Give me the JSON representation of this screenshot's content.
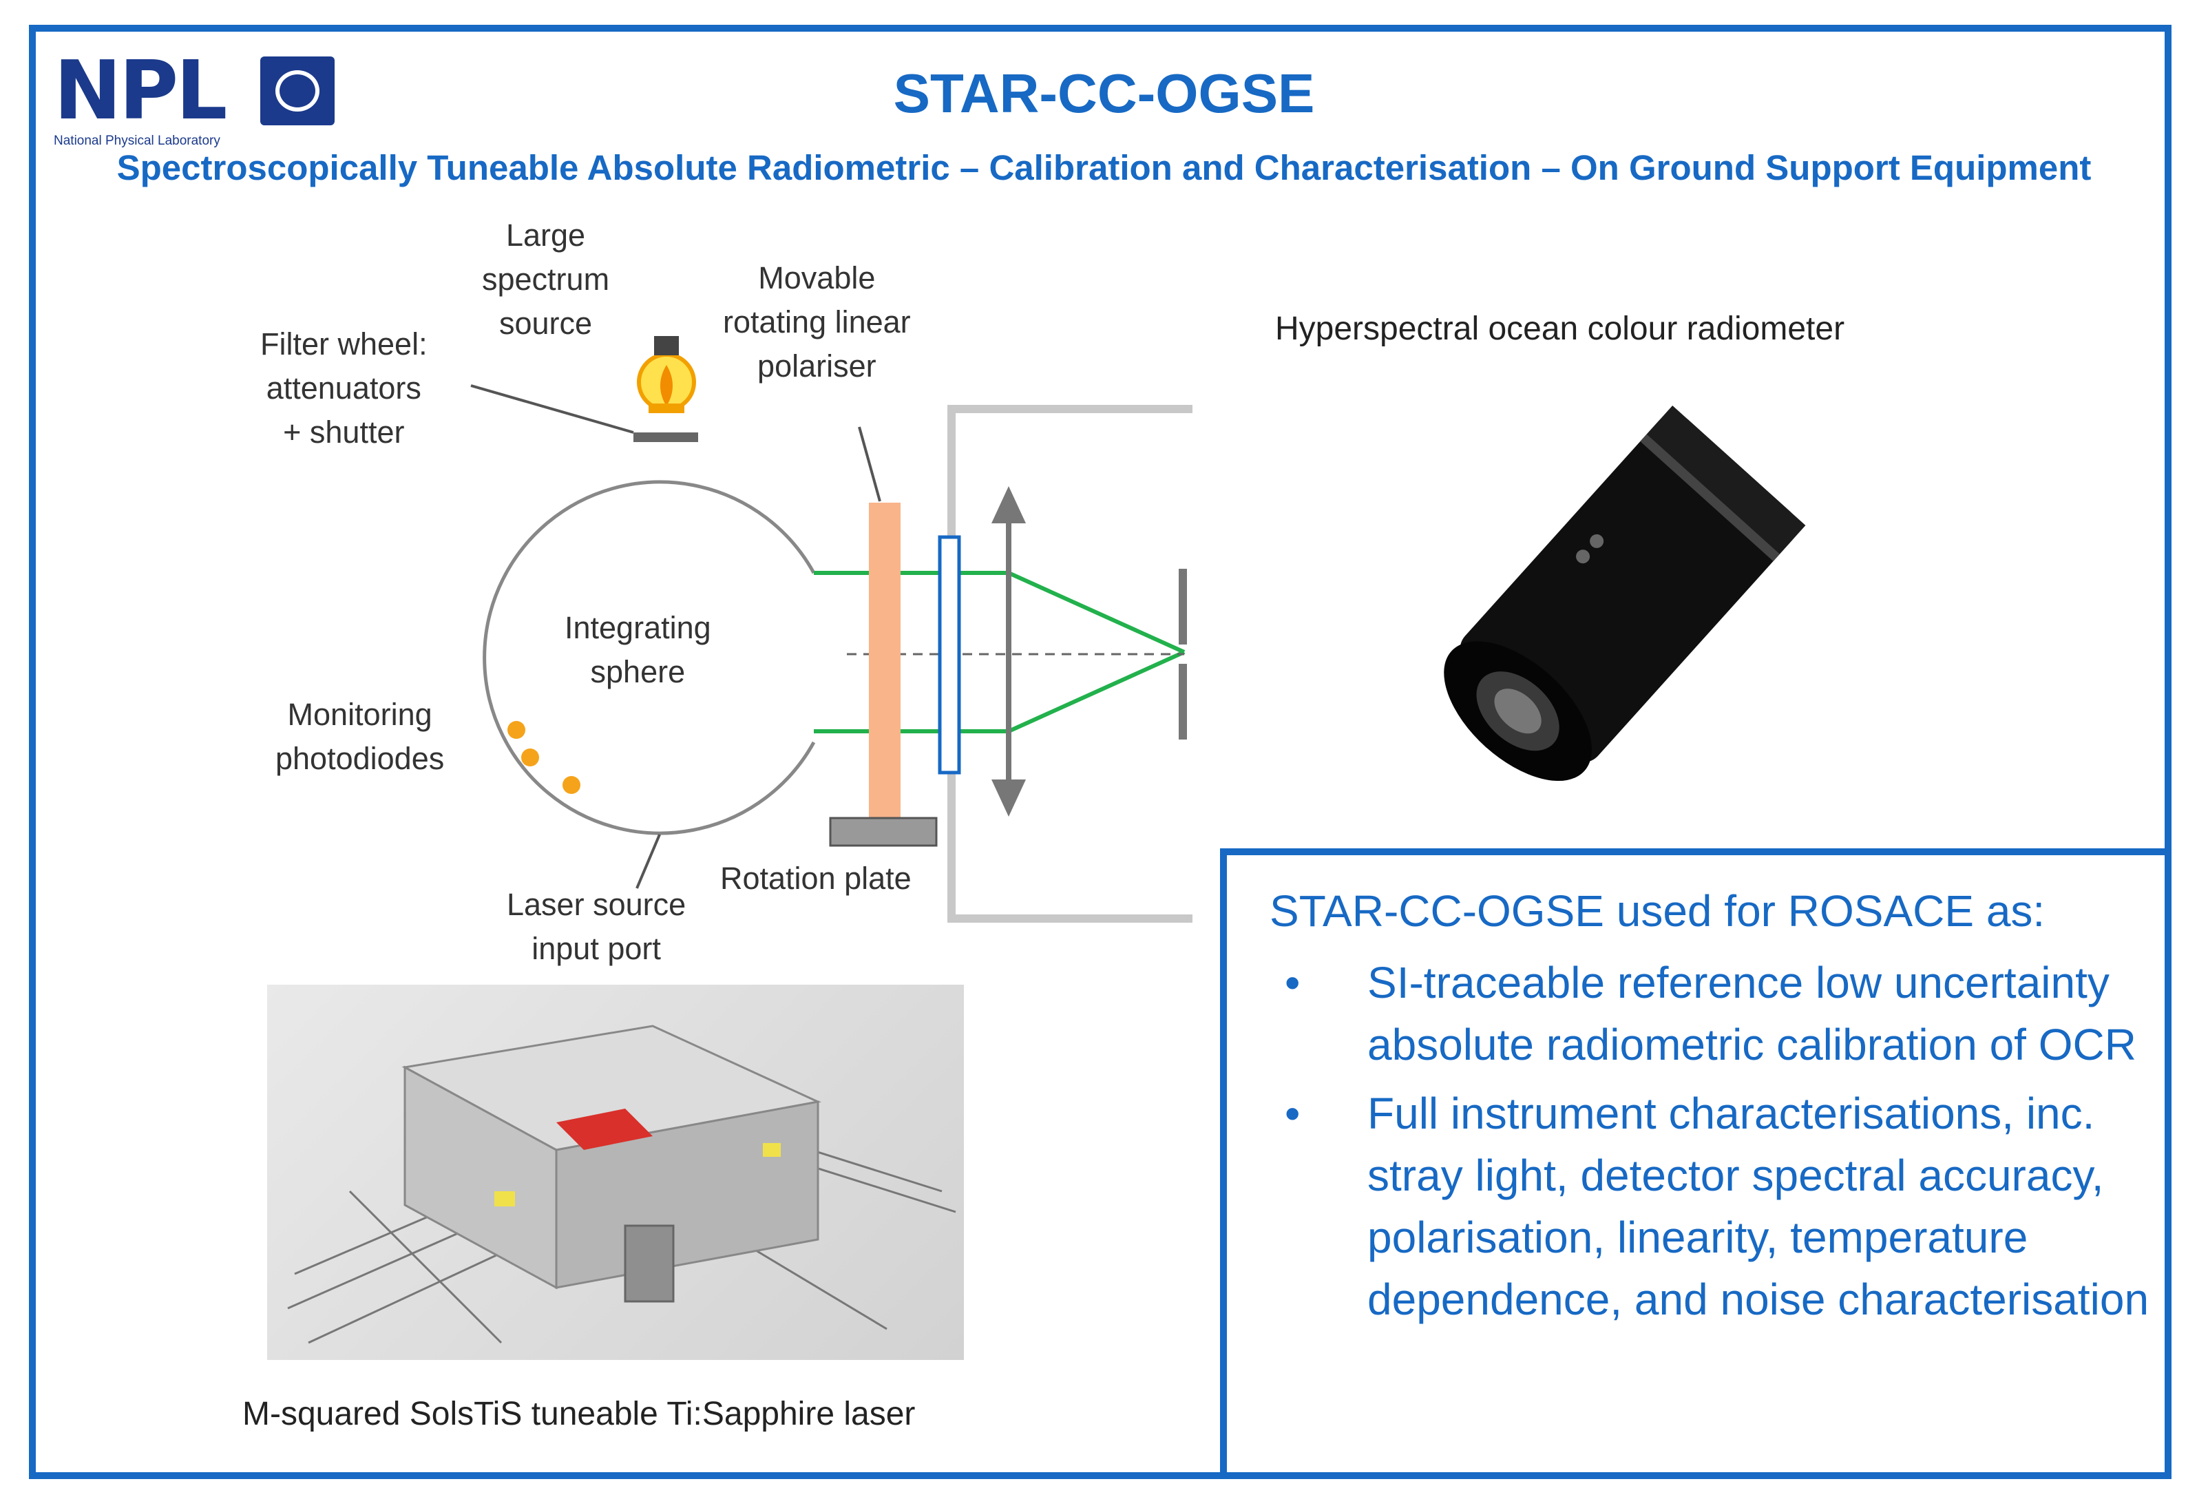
{
  "header": {
    "logo_text": "NPL",
    "logo_subtitle": "National Physical Laboratory",
    "title": "STAR-CC-OGSE",
    "subtitle": "Spectroscopically Tuneable Absolute Radiometric – Calibration and Characterisation – On Ground Support Equipment"
  },
  "diagram": {
    "labels": {
      "large_spectrum_source": [
        "Large",
        "spectrum",
        "source"
      ],
      "movable_polariser": [
        "Movable",
        "rotating linear",
        "polariser"
      ],
      "filter_wheel": [
        "Filter wheel:",
        "attenuators",
        "+ shutter"
      ],
      "integrating_sphere": [
        "Integrating",
        "sphere"
      ],
      "monitoring_photodiodes": [
        "Monitoring",
        "photodiodes"
      ],
      "laser_source_port": [
        "Laser source",
        "input port"
      ],
      "rotation_plate": "Rotation plate"
    },
    "colors": {
      "beam": "#22b14c",
      "polariser": "#f9b48a",
      "photodiode": "#f5a31a",
      "window": "#1769c4",
      "structure": "#888888"
    }
  },
  "radiometer": {
    "caption": "Hyperspectral ocean colour radiometer"
  },
  "laser": {
    "caption": "M-squared SolsTiS tuneable Ti:Sapphire laser",
    "badge_color": "#d9302b"
  },
  "rosace_box": {
    "heading": "STAR-CC-OGSE used for ROSACE as:",
    "bullet_symbol": "•",
    "items": [
      "SI-traceable reference low uncertainty absolute radiometric calibration of OCR",
      "Full instrument characterisations, inc. stray light, detector spectral accuracy, polarisation, linearity, temperature dependence, and noise characterisation"
    ]
  }
}
